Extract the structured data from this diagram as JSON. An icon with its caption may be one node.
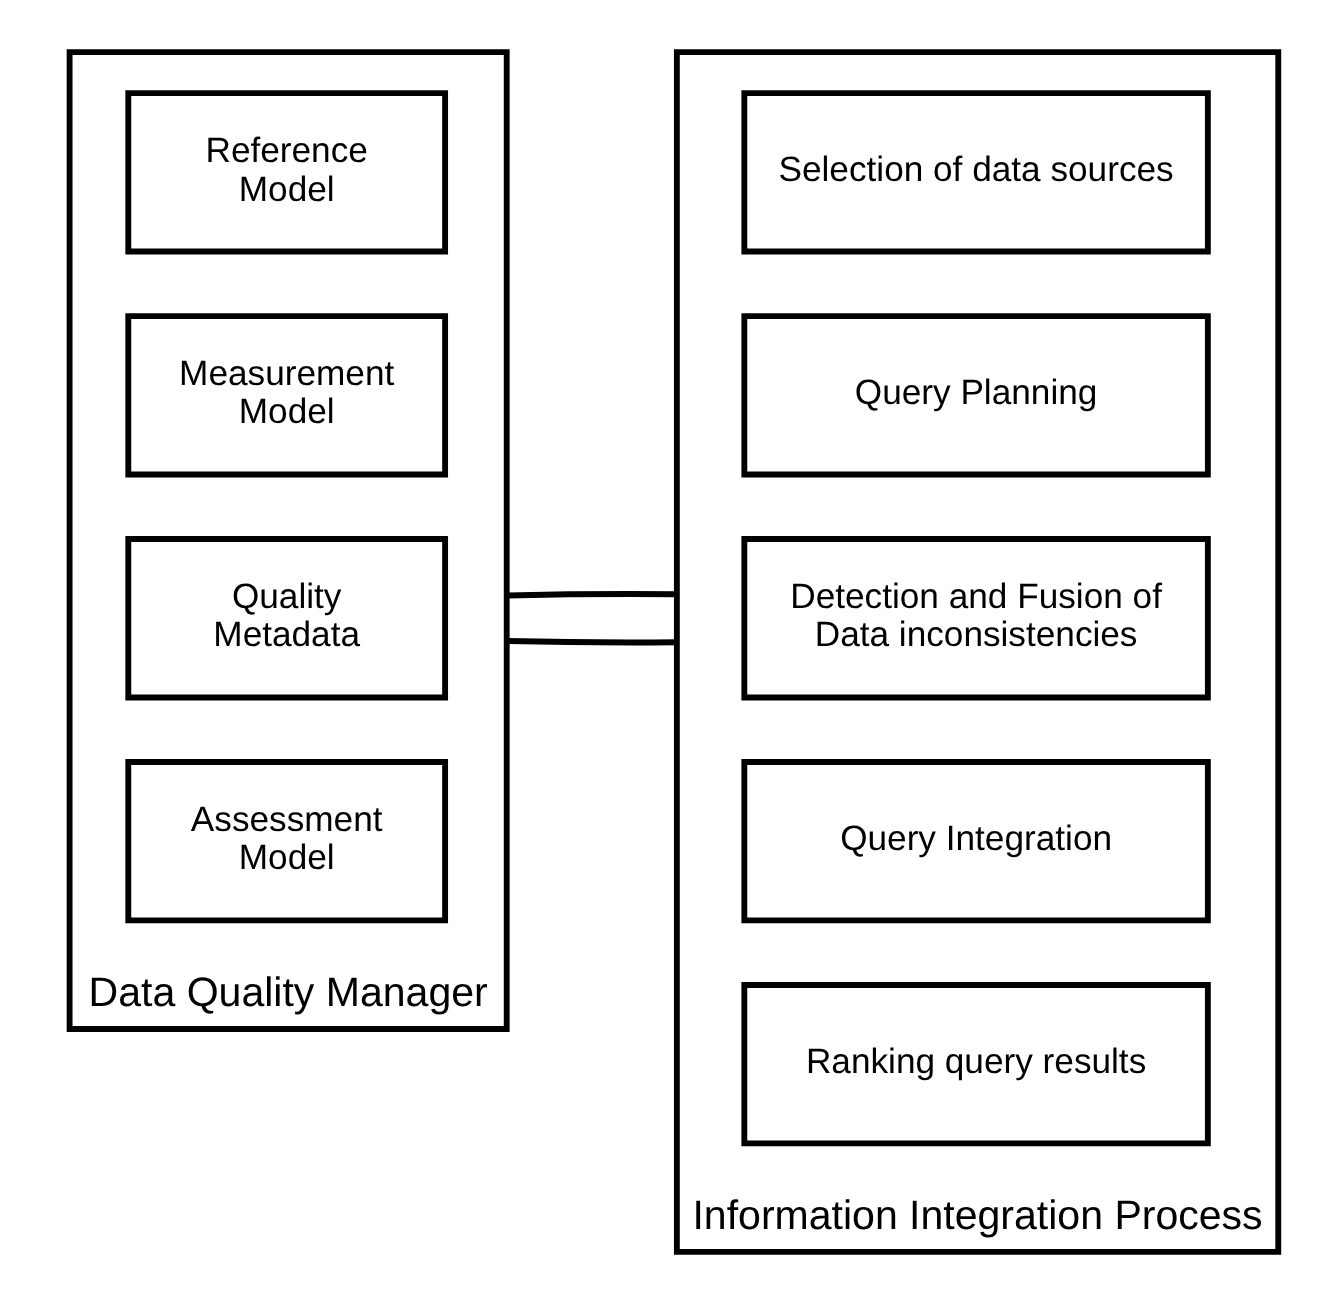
{
  "diagram": {
    "nodes": [
      {
        "text": [
          "Data Quality Manager"
        ]
      },
      {
        "text": [
          "Reference Model"
        ],
        "in": 0
      },
      {
        "text": [
          "Measurement Model"
        ],
        "in": 0
      },
      {
        "text": [
          "Quality Metadata"
        ],
        "in": 0
      },
      {
        "text": [
          "Assessment Model"
        ],
        "in": 0
      },
      {
        "text": [
          "Information Integration Process"
        ]
      },
      {
        "text": [
          "Selection of data sources"
        ],
        "in": 5
      },
      {
        "text": [
          "Query Planning"
        ],
        "in": 5
      },
      {
        "text": [
          "Detection and Fusion of Data inconsistencies"
        ],
        "in": 5
      },
      {
        "text": [
          "Query Integration"
        ],
        "in": 5
      },
      {
        "text": [
          "Ranking query results"
        ],
        "in": 5
      }
    ],
    "edges": [
      {
        "from": 0,
        "to": 5,
        "arrow": "none"
      },
      {
        "from": 0,
        "to": 5,
        "arrow": "none"
      }
    ]
  }
}
